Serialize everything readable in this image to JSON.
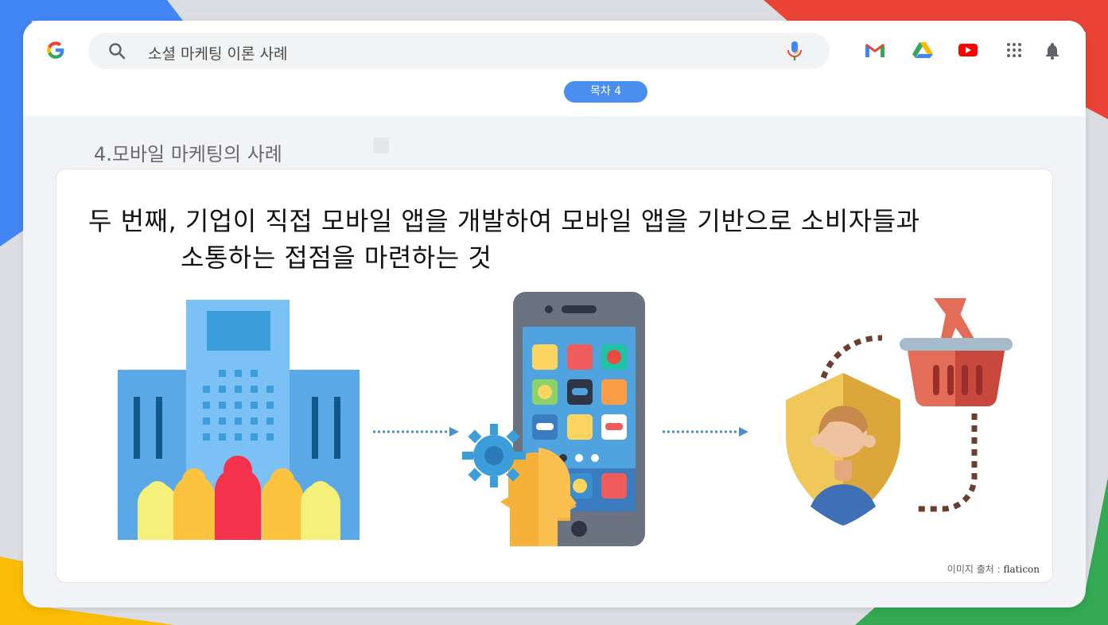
{
  "search": {
    "query": "소셜 마케팅 이론 사례",
    "search_icon": "search-icon",
    "mic_icon": "microphone-icon"
  },
  "header": {
    "logo_icon": "google-logo-icon",
    "apps": [
      "gmail-icon",
      "drive-icon",
      "youtube-icon",
      "apps-grid-icon",
      "notifications-bell-icon"
    ]
  },
  "toc": {
    "label": "목차 4"
  },
  "section": {
    "title": "4.모바일 마케팅의 사례"
  },
  "slide": {
    "headline_line1": "두 번째, 기업이 직접 모바일 앱을 개발하여 모바일 앱을 기반으로 소비자들과",
    "headline_line2": "소통하는 접점을 마련하는 것",
    "illustrations": [
      "company-building-with-people-icon",
      "mobile-app-with-ai-head-icon",
      "shopping-basket-customer-shield-icon"
    ],
    "credit_label": "이미지 출처 :",
    "credit_brand": "flaticon"
  },
  "colors": {
    "accent_blue": "#4a8ef0",
    "google_blue": "#4285f4",
    "google_red": "#ea4335",
    "google_yellow": "#fbbc05",
    "google_green": "#34a853"
  }
}
